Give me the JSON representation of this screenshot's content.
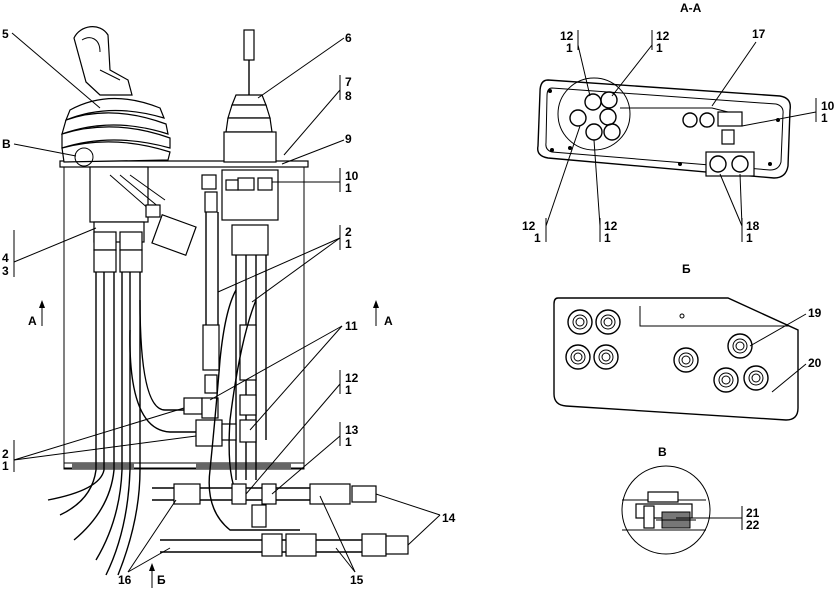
{
  "sections": {
    "aa": "А-А",
    "b": "Б",
    "v": "В"
  },
  "callouts": {
    "c1": "1",
    "c2": "2",
    "c3": "3",
    "c4": "4",
    "c5": "5",
    "c6": "6",
    "c7": "7",
    "c8": "8",
    "c9": "9",
    "c10": "10",
    "c11": "11",
    "c12": "12",
    "c13": "13",
    "c14": "14",
    "c15": "15",
    "c16": "16",
    "c17": "17",
    "c18": "18",
    "c19": "19",
    "c20": "20",
    "c21": "21",
    "c22": "22"
  },
  "view_marks": {
    "a": "А",
    "b": "Б",
    "v": "В"
  }
}
